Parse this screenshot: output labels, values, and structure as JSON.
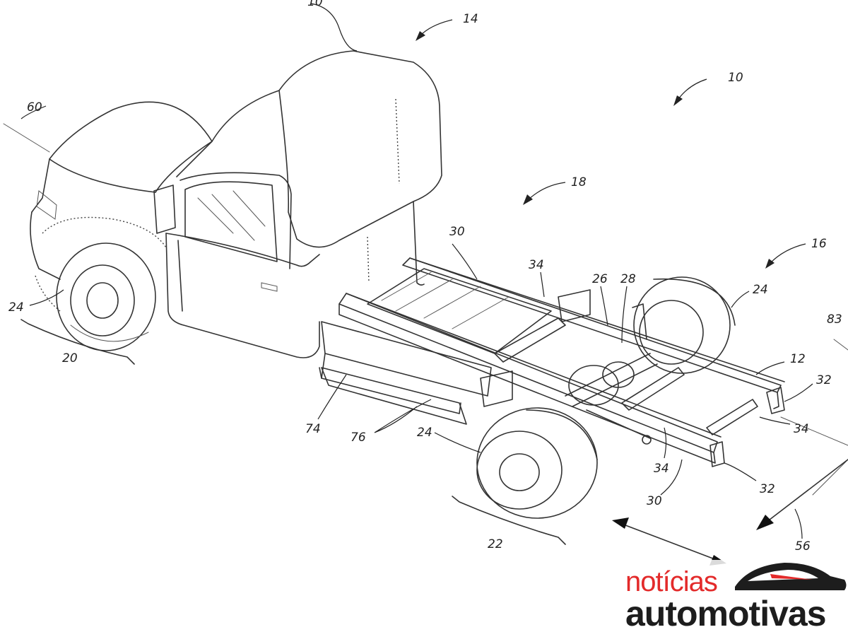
{
  "figure": {
    "reference_numerals": {
      "r10": "10",
      "r12": "12",
      "r14": "14",
      "r16": "16",
      "r18": "18",
      "r20": "20",
      "r22": "22",
      "r24_front": "24",
      "r24_rear_right": "24",
      "r24_rear_left": "24",
      "r26": "26",
      "r28": "28",
      "r30_top": "30",
      "r30_bottom": "30",
      "r32_top": "32",
      "r32_bottom": "32",
      "r34_top": "34",
      "r34_right": "34",
      "r34_bottom": "34",
      "r56": "56",
      "r60": "60",
      "r74": "74",
      "r76": "76",
      "r83": "83"
    }
  },
  "watermark": {
    "line1": "notícias",
    "line2": "automotivas",
    "accent_color": "#e32a2a",
    "text_color": "#1d1d1d",
    "icon": "car-silhouette-icon"
  }
}
